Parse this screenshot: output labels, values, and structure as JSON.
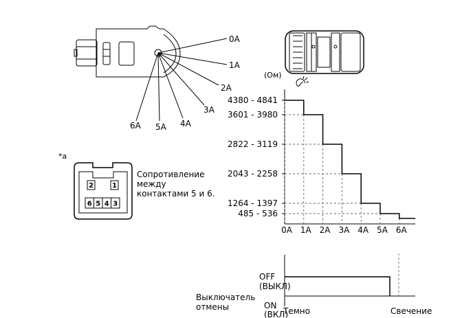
{
  "switch_positions": [
    "0A",
    "1A",
    "2A",
    "3A",
    "4A",
    "5A",
    "6A"
  ],
  "connector": {
    "marker": "*a",
    "pins_top": [
      "2",
      "1"
    ],
    "pins_bottom": [
      "6",
      "5",
      "4",
      "3"
    ],
    "caption_lines": [
      "Сопротивление",
      "между",
      "контактами 5 и 6."
    ]
  },
  "chart_data": {
    "type": "step",
    "ylabel": "(Ом)",
    "x": [
      "0A",
      "1A",
      "2A",
      "3A",
      "4A",
      "5A",
      "6A"
    ],
    "y_tick_labels": [
      "4380 - 4841",
      "3601 - 3980",
      "2822 - 3119",
      "2043 - 2258",
      "1264 - 1397",
      "485 - 536"
    ],
    "levels": [
      {
        "x": "0A",
        "range": "4380 - 4841"
      },
      {
        "x": "1A",
        "range": "3601 - 3980"
      },
      {
        "x": "2A",
        "range": "2822 - 3119"
      },
      {
        "x": "3A",
        "range": "2043 - 2258"
      },
      {
        "x": "4A",
        "range": "1264 - 1397"
      },
      {
        "x": "5A",
        "range": "485 - 536"
      }
    ]
  },
  "cancel_chart": {
    "title_lines": [
      "Выключатель",
      "отмены"
    ],
    "off_lines": [
      "OFF",
      "(ВЫКЛ)"
    ],
    "on_lines": [
      "ON",
      "(ВКЛ)"
    ],
    "x_left": "Темно",
    "x_right": "Свечение"
  }
}
